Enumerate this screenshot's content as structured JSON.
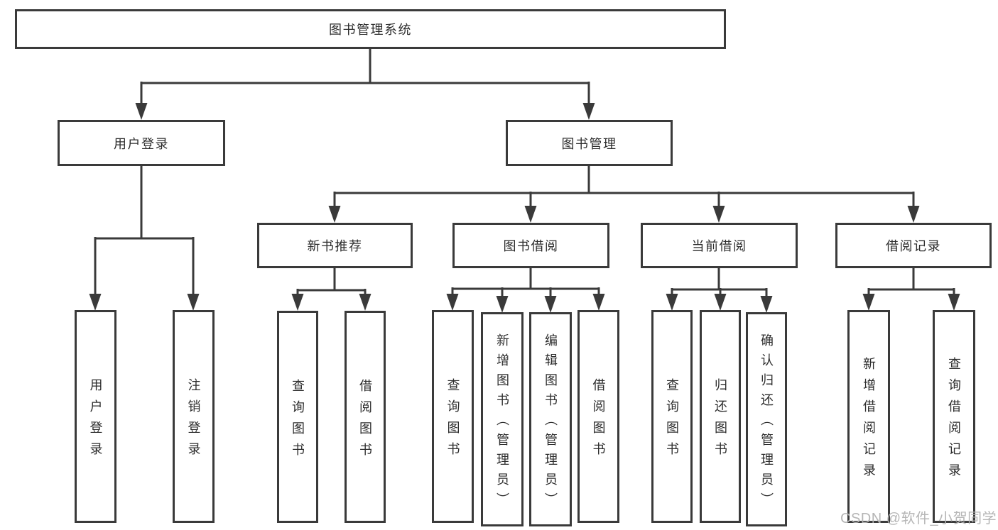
{
  "diagram": {
    "root": {
      "label": "图书管理系统"
    },
    "level2": [
      {
        "id": "user-login",
        "label": "用户登录"
      },
      {
        "id": "book-management",
        "label": "图书管理"
      }
    ],
    "level3": [
      {
        "id": "new-book-recommend",
        "label": "新书推荐"
      },
      {
        "id": "book-borrow",
        "label": "图书借阅"
      },
      {
        "id": "current-borrow",
        "label": "当前借阅"
      },
      {
        "id": "borrow-record",
        "label": "借阅记录"
      }
    ],
    "leaves": [
      {
        "id": "user-login-leaf",
        "label": "用户登录"
      },
      {
        "id": "logout-leaf",
        "label": "注销登录"
      },
      {
        "id": "recommend-query-book",
        "label": "查询图书"
      },
      {
        "id": "recommend-borrow-book",
        "label": "借阅图书"
      },
      {
        "id": "borrow-query-book",
        "label": "查询图书"
      },
      {
        "id": "borrow-add-book-admin",
        "label": "新增图书（管理员）"
      },
      {
        "id": "borrow-edit-book-admin",
        "label": "编辑图书（管理员）"
      },
      {
        "id": "borrow-borrow-book",
        "label": "借阅图书"
      },
      {
        "id": "current-query-book",
        "label": "查询图书"
      },
      {
        "id": "current-return-book",
        "label": "归还图书"
      },
      {
        "id": "current-confirm-return-admin",
        "label": "确认归还（管理员）"
      },
      {
        "id": "record-add",
        "label": "新增借阅记录"
      },
      {
        "id": "record-query",
        "label": "查询借阅记录"
      }
    ]
  },
  "watermark": {
    "text": "CSDN @软件_小贺同学"
  },
  "colors": {
    "line": "#3a3a3a",
    "text": "#2d2d2d",
    "watermark": "#b2b2b2",
    "background": "#ffffff"
  }
}
